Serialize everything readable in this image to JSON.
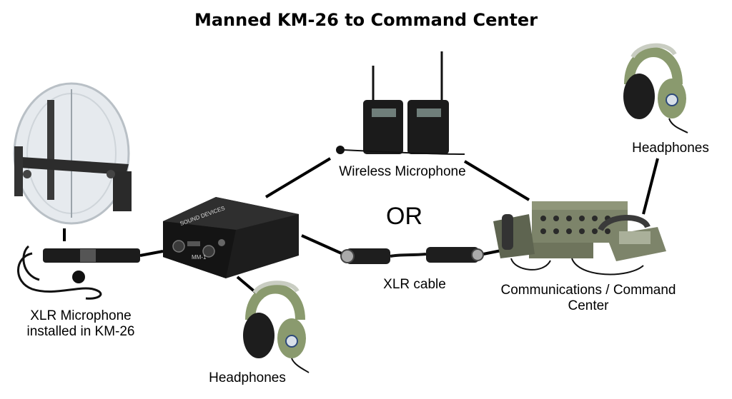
{
  "title": "Manned KM-26 to Command Center",
  "labels": {
    "xlr_mic": "XLR Microphone installed in KM-26",
    "wireless_mic": "Wireless Microphone",
    "or": "OR",
    "xlr_cable": "XLR cable",
    "command_center": "Communications / Command Center",
    "headphones_top": "Headphones",
    "headphones_bottom": "Headphones"
  },
  "devices": {
    "preamp_brand": "SOUND DEVICES",
    "preamp_model": "MM-1"
  },
  "colors": {
    "line": "#000000",
    "device_dark": "#222222",
    "headphone_green": "#8a9a6e",
    "dome_clear": "#d8dde2"
  }
}
